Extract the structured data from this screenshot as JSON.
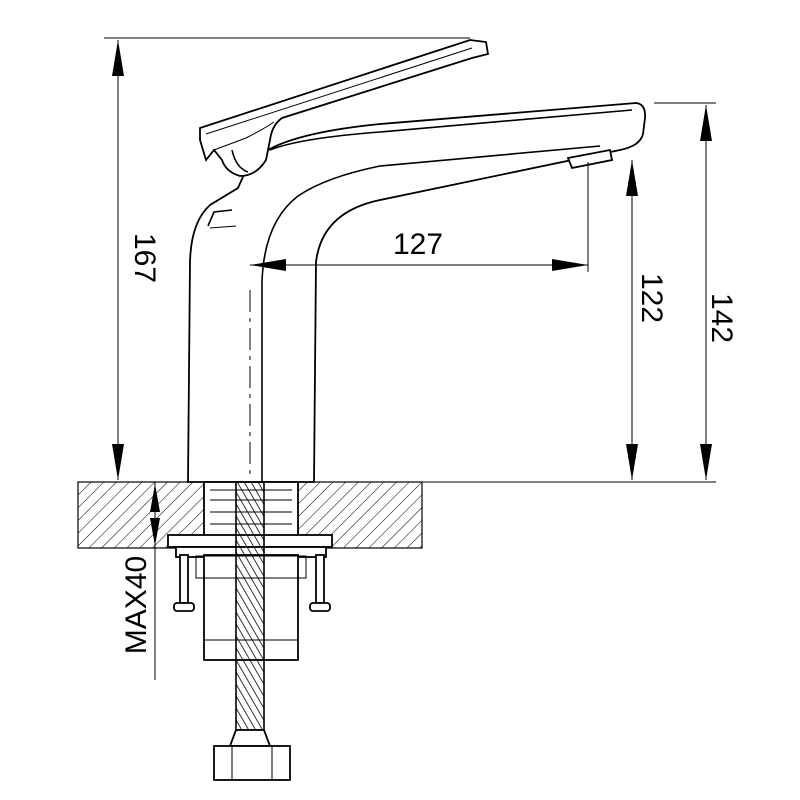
{
  "drawing": {
    "dimensions": {
      "total_height": "167",
      "spout_reach": "127",
      "spout_height": "122",
      "body_height": "142",
      "max_counter_thickness": "MAX40"
    },
    "colors": {
      "line": "#000000",
      "background": "#ffffff"
    }
  }
}
